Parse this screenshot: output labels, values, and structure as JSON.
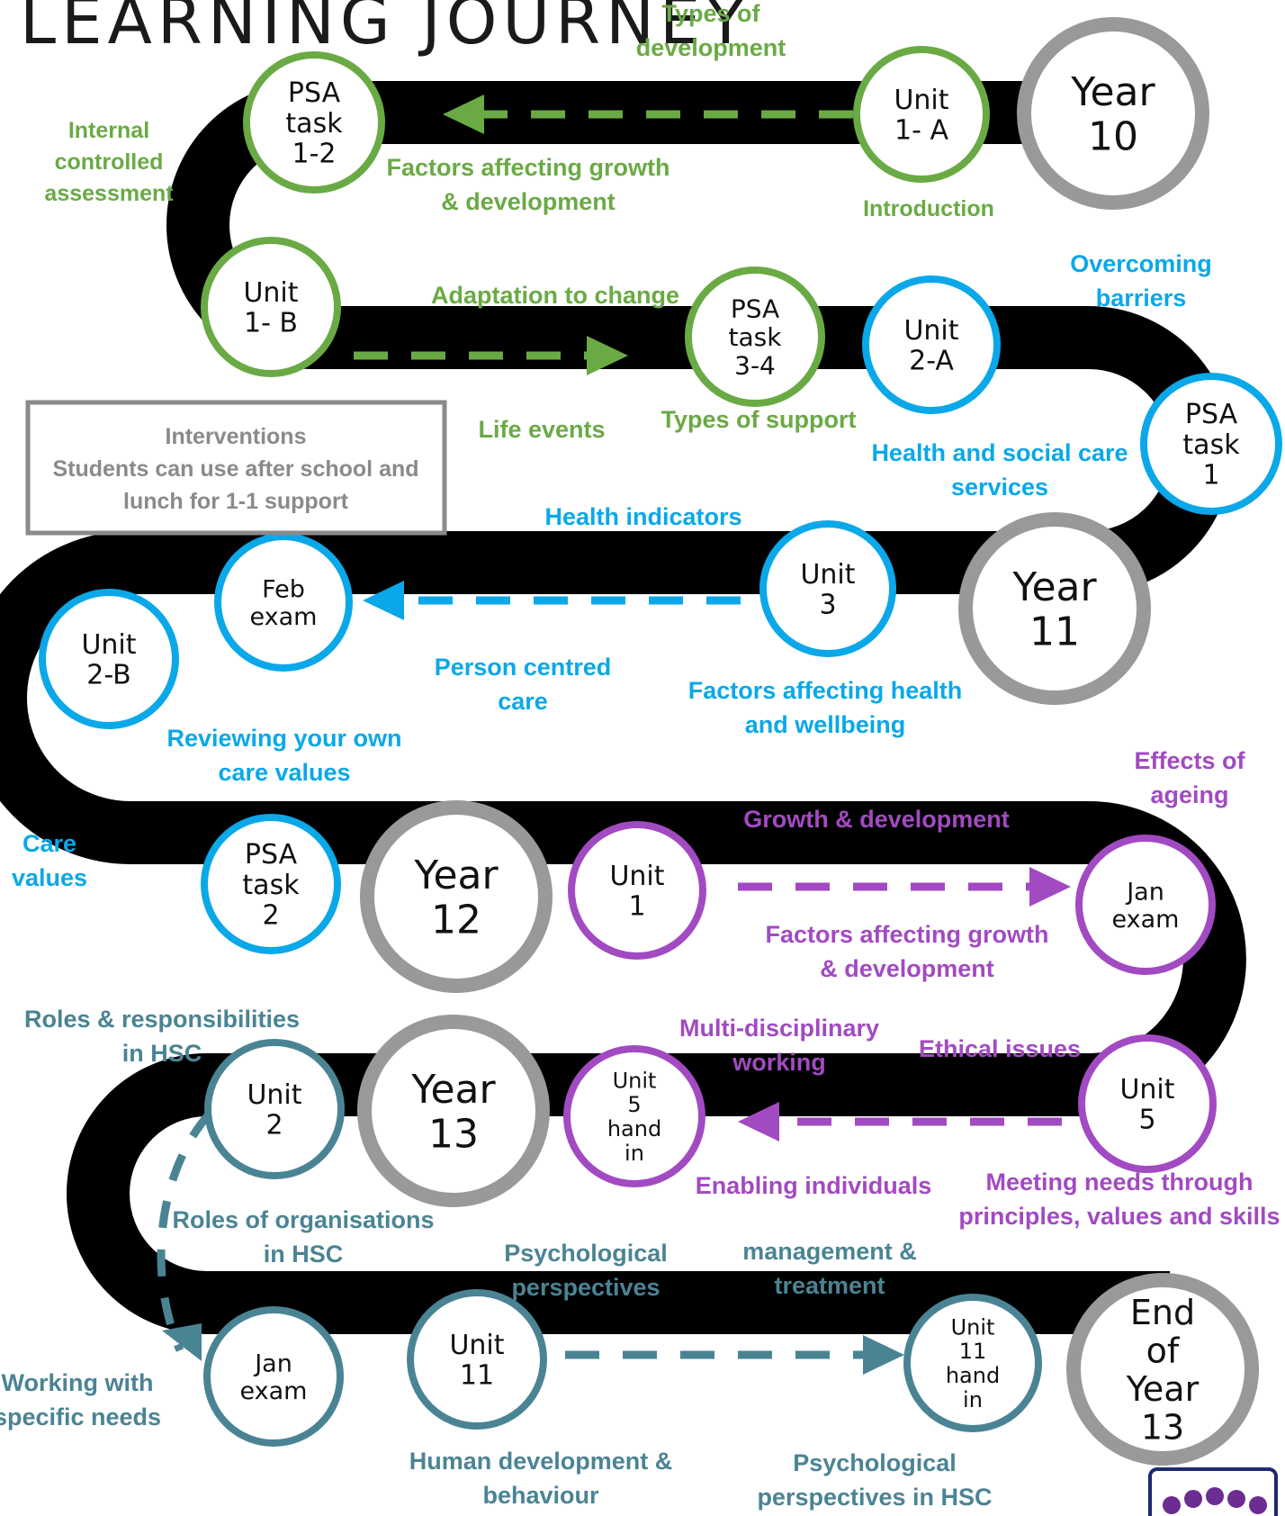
{
  "title": "LEARNING JOURNEY",
  "colors": {
    "road": "#000000",
    "year": "#999999",
    "green": "#6aaa45",
    "blue": "#0aa8e8",
    "purple": "#a24ac2",
    "teal": "#4a8494",
    "box": "#8a8a8a"
  },
  "nodes": [
    {
      "lines": [
        "Year",
        "10"
      ],
      "color": "year"
    },
    {
      "lines": [
        "Unit",
        "1- A"
      ],
      "color": "green"
    },
    {
      "lines": [
        "PSA",
        "task",
        "1-2"
      ],
      "color": "green"
    },
    {
      "lines": [
        "Unit",
        "1- B"
      ],
      "color": "green"
    },
    {
      "lines": [
        "PSA",
        "task",
        "3-4"
      ],
      "color": "green"
    },
    {
      "lines": [
        "Unit",
        "2-A"
      ],
      "color": "blue"
    },
    {
      "lines": [
        "PSA",
        "task",
        "1"
      ],
      "color": "blue"
    },
    {
      "lines": [
        "Year",
        "11"
      ],
      "color": "year"
    },
    {
      "lines": [
        "Unit",
        "3"
      ],
      "color": "blue"
    },
    {
      "lines": [
        "Feb",
        "exam"
      ],
      "color": "blue"
    },
    {
      "lines": [
        "Unit",
        "2-B"
      ],
      "color": "blue"
    },
    {
      "lines": [
        "PSA",
        "task",
        "2"
      ],
      "color": "blue"
    },
    {
      "lines": [
        "Year",
        "12"
      ],
      "color": "year"
    },
    {
      "lines": [
        "Unit",
        "1"
      ],
      "color": "purple"
    },
    {
      "lines": [
        "Jan",
        "exam"
      ],
      "color": "purple"
    },
    {
      "lines": [
        "Unit",
        "5"
      ],
      "color": "purple"
    },
    {
      "lines": [
        "Unit",
        "5",
        "hand",
        "in"
      ],
      "color": "purple"
    },
    {
      "lines": [
        "Year",
        "13"
      ],
      "color": "year"
    },
    {
      "lines": [
        "Unit",
        "2"
      ],
      "color": "teal"
    },
    {
      "lines": [
        "Jan",
        "exam"
      ],
      "color": "teal"
    },
    {
      "lines": [
        "Unit",
        "11"
      ],
      "color": "teal"
    },
    {
      "lines": [
        "Unit",
        "11",
        "hand",
        "in"
      ],
      "color": "teal"
    },
    {
      "lines": [
        "End",
        "of",
        "Year",
        "13"
      ],
      "color": "year"
    }
  ],
  "labels": [
    {
      "lines": [
        "Types of",
        "development"
      ],
      "color": "green"
    },
    {
      "lines": [
        "Internal",
        "controlled",
        "assessment"
      ],
      "color": "green"
    },
    {
      "lines": [
        "Factors affecting growth",
        "& development"
      ],
      "color": "green"
    },
    {
      "lines": [
        "Introduction"
      ],
      "color": "green"
    },
    {
      "lines": [
        "Adaptation to change"
      ],
      "color": "green"
    },
    {
      "lines": [
        "Life events"
      ],
      "color": "green"
    },
    {
      "lines": [
        "Types of support"
      ],
      "color": "green"
    },
    {
      "lines": [
        "Overcoming",
        "barriers"
      ],
      "color": "blue"
    },
    {
      "lines": [
        "Health and social care",
        "services"
      ],
      "color": "blue"
    },
    {
      "lines": [
        "Health indicators"
      ],
      "color": "blue"
    },
    {
      "lines": [
        "Person centred",
        "care"
      ],
      "color": "blue"
    },
    {
      "lines": [
        "Factors affecting health",
        "and wellbeing"
      ],
      "color": "blue"
    },
    {
      "lines": [
        "Reviewing your own",
        "care values"
      ],
      "color": "blue"
    },
    {
      "lines": [
        "Care",
        "values"
      ],
      "color": "blue"
    },
    {
      "lines": [
        "Effects of",
        "ageing"
      ],
      "color": "purple"
    },
    {
      "lines": [
        "Growth & development"
      ],
      "color": "purple"
    },
    {
      "lines": [
        "Factors affecting growth",
        "& development"
      ],
      "color": "purple"
    },
    {
      "lines": [
        "Multi-disciplinary",
        "working"
      ],
      "color": "purple"
    },
    {
      "lines": [
        "Ethical issues"
      ],
      "color": "purple"
    },
    {
      "lines": [
        "Enabling individuals"
      ],
      "color": "purple"
    },
    {
      "lines": [
        "Meeting needs through",
        "principles, values and skills"
      ],
      "color": "purple"
    },
    {
      "lines": [
        "Roles & responsibilities",
        "in HSC"
      ],
      "color": "teal"
    },
    {
      "lines": [
        "Roles of organisations",
        "in HSC"
      ],
      "color": "teal"
    },
    {
      "lines": [
        "Psychological",
        "perspectives"
      ],
      "color": "teal"
    },
    {
      "lines": [
        "management &",
        "treatment"
      ],
      "color": "teal"
    },
    {
      "lines": [
        "Working with",
        "specific needs"
      ],
      "color": "teal"
    },
    {
      "lines": [
        "Human development &",
        "behaviour"
      ],
      "color": "teal"
    },
    {
      "lines": [
        "Psychological",
        "perspectives in HSC"
      ],
      "color": "teal"
    }
  ],
  "interventions": {
    "lines": [
      "Interventions",
      "Students can use after school and",
      "lunch for 1-1 support"
    ]
  },
  "arrows": [
    {
      "color": "green",
      "direction": "left"
    },
    {
      "color": "green",
      "direction": "right"
    },
    {
      "color": "blue",
      "direction": "left"
    },
    {
      "color": "purple",
      "direction": "right"
    },
    {
      "color": "purple",
      "direction": "left"
    },
    {
      "color": "teal",
      "direction": "down"
    },
    {
      "color": "teal",
      "direction": "right"
    }
  ],
  "logo": {
    "icon": "school-crest-icon"
  }
}
